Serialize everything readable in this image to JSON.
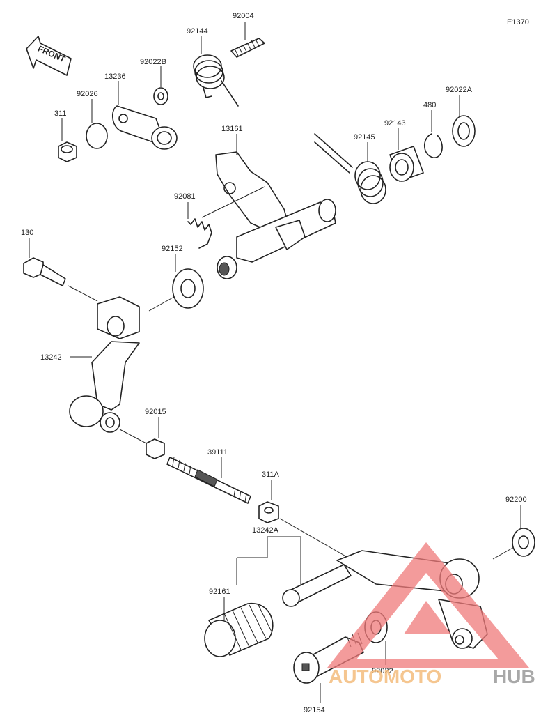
{
  "diagram_code": "E1370",
  "front_label": "FRONT",
  "watermark": {
    "text_a": "AUTOMOTO",
    "text_b": "HUB",
    "color_a": "#f2b36b",
    "color_b": "#8c8c8c",
    "triangle_color": "#f07a7a"
  },
  "part_labels": {
    "p92004": "92004",
    "p92144": "92144",
    "p92022B": "92022B",
    "p13236": "13236",
    "p92026": "92026",
    "p311": "311",
    "p13161": "13161",
    "p92145": "92145",
    "p92143": "92143",
    "p480": "480",
    "p92022A": "92022A",
    "p92081": "92081",
    "p130": "130",
    "p92152": "92152",
    "p13242": "13242",
    "p92015": "92015",
    "p39111": "39111",
    "p311A": "311A",
    "p13242A": "13242A",
    "p92200": "92200",
    "p92161": "92161",
    "p92022": "92022",
    "p92154": "92154"
  }
}
